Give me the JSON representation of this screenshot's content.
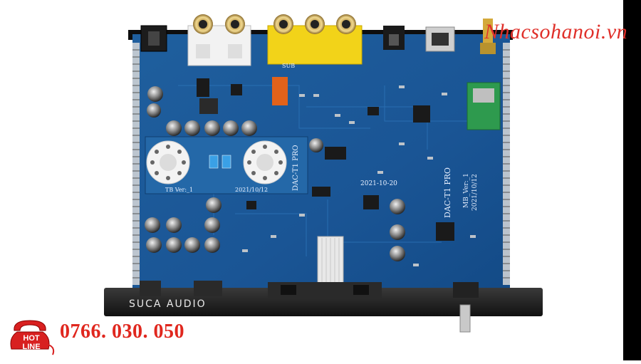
{
  "watermark": "Nhacsohanoi.vn",
  "hotline": {
    "badge_top": "HOT",
    "badge_bottom": "LINE",
    "phone": "0766. 030. 050"
  },
  "product": {
    "brand": "SUCA AUDIO",
    "board_label": "DAC-T1 PRO",
    "board_version": "MB_Ver:_1",
    "board_date": "2021/10/12",
    "tube_board_label": "DAC-T1 PRO",
    "tube_board_version": "TB Ver:_1",
    "tube_board_date": "2021/10/12",
    "date_mark": "2021-10-20",
    "sub_label": "SUB"
  }
}
